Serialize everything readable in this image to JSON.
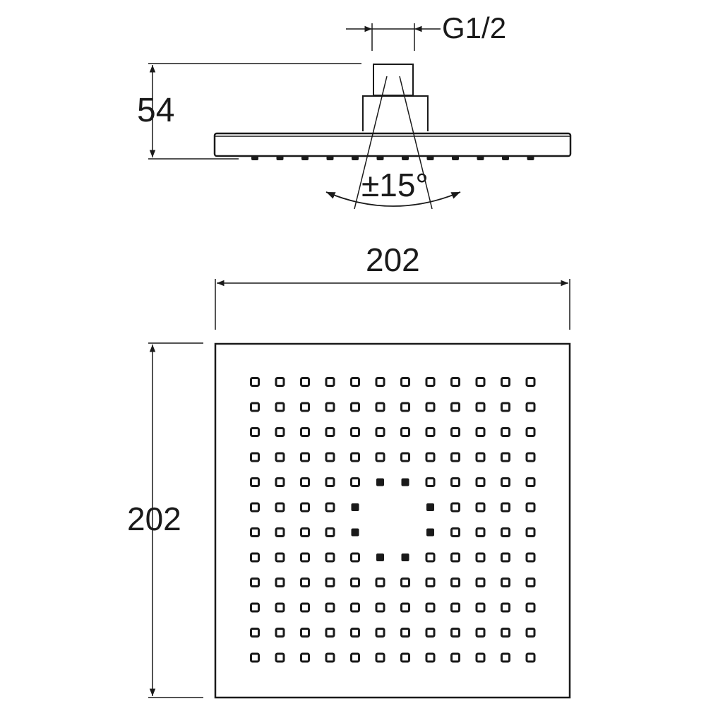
{
  "drawing": {
    "labels": {
      "connection": "G1/2",
      "height": "54",
      "tilt": "±15°",
      "width": "202",
      "depth": "202"
    },
    "nozzle_grid": {
      "rows": 12,
      "cols": 12,
      "empty_cells": [
        [
          5,
          5
        ],
        [
          5,
          6
        ],
        [
          6,
          5
        ],
        [
          6,
          6
        ]
      ]
    },
    "colors": {
      "line": "#1a1a1a",
      "background": "#ffffff"
    }
  }
}
